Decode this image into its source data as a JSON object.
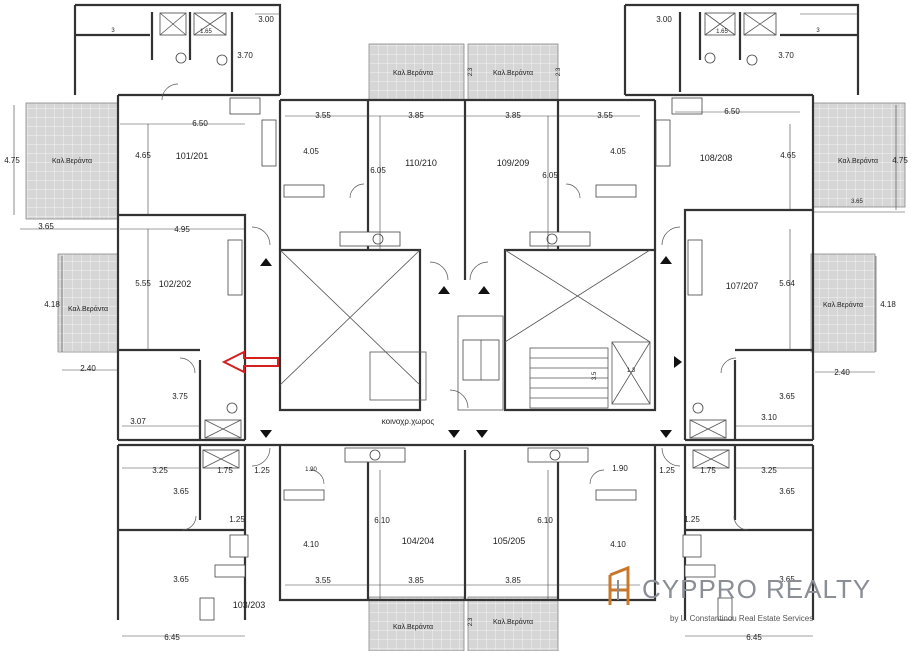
{
  "units": [
    {
      "id": "u101",
      "label": "101/201"
    },
    {
      "id": "u102",
      "label": "102/202"
    },
    {
      "id": "u103",
      "label": "103/203"
    },
    {
      "id": "u104",
      "label": "104/204"
    },
    {
      "id": "u105",
      "label": "105/205"
    },
    {
      "id": "u107",
      "label": "107/207"
    },
    {
      "id": "u108",
      "label": "108/208"
    },
    {
      "id": "u109",
      "label": "109/209"
    },
    {
      "id": "u110",
      "label": "110/210"
    }
  ],
  "common_area": "κοινοχρ.χωρος",
  "veranda_label": "Καλ.Βεράντα",
  "dimensions": [
    "3.00",
    "3.70",
    "1.65",
    "3",
    "6.50",
    "4.65",
    "4.75",
    "3.65",
    "4.95",
    "5.55",
    "4.18",
    "2.40",
    "3.75",
    "3.07",
    "3.55",
    "3.85",
    "4.05",
    "6.05",
    "5.64",
    "3.65",
    "3.10",
    "3.25",
    "1.75",
    "1.25",
    "1.90",
    "6.10",
    "4.10",
    "6.45",
    "2.3",
    "3.5",
    "1.3"
  ],
  "logo": {
    "name": "CYPPRO REALTY",
    "tagline": "by L. Constantinou Real Estate Services",
    "brand_color": "#c9782b"
  },
  "annotations": {
    "arrow_color": "#d42020"
  }
}
